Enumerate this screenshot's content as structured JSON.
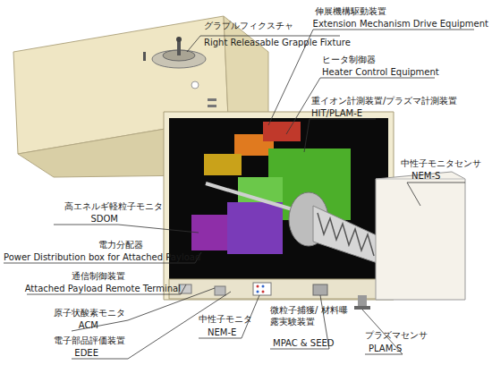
{
  "diagram": {
    "labels": [
      "グラプルフィクスチャ",
      "Right Releasable Grapple Fixture",
      "伸展機構駆動装置",
      "Extension Mechanism Drive Equipment",
      "ヒータ制御器",
      "Heater Control Equipment",
      "重イオン計測装置/プラズマ計測装置",
      "HIT/PLAM-E",
      "中性子モニタセンサ",
      "NEM-S",
      "高エネルギ軽粒子モニタ",
      "SDOM",
      "電力分配器",
      "Power Distribution box for Attached Payload",
      "通信制御装置",
      "Attached Payload Remote Terminal",
      "原子状酸素モニタ",
      "ACM",
      "電子部品評価装置",
      "EDEE",
      "中性子モニタ",
      "NEM-E",
      "微粒子捕獲/ 材料曝露実験装置",
      "MPAC & SEED",
      "プラズマセンサ",
      "PLAM-S"
    ]
  }
}
